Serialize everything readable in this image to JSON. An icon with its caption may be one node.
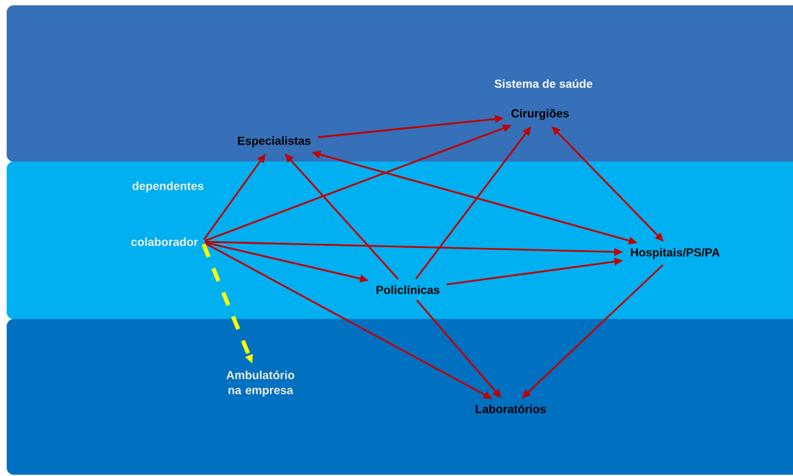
{
  "diagram": {
    "nodes": [
      {
        "text": [
          "Sistema de saúde"
        ]
      },
      {
        "text": [
          "Cirurgiões"
        ],
        "in": 0
      },
      {
        "text": [
          "Especialistas"
        ],
        "in": 0
      },
      {
        "text": [
          "dependentes"
        ]
      },
      {
        "text": [
          "colaborador"
        ],
        "in": 3
      },
      {
        "text": [
          "Policlínicas"
        ],
        "in": 3
      },
      {
        "text": [
          "Hospitais/PS/PA"
        ],
        "in": 3
      },
      {
        "text": [],
        "shape": "box"
      },
      {
        "text": [
          "Ambulatório na empresa"
        ],
        "in": 7
      },
      {
        "text": [
          "Laboratórios"
        ],
        "in": 7
      }
    ],
    "edges": [
      {
        "from": 2,
        "to": 1,
        "arrow": "to"
      },
      {
        "from": 4,
        "to": 2,
        "arrow": "to"
      },
      {
        "from": 4,
        "to": 1,
        "arrow": "to"
      },
      {
        "from": 4,
        "to": 6,
        "arrow": "to"
      },
      {
        "from": 4,
        "to": 5,
        "arrow": "to"
      },
      {
        "from": 4,
        "to": 9,
        "arrow": "to"
      },
      {
        "from": 5,
        "to": 2,
        "arrow": "to"
      },
      {
        "from": 5,
        "to": 1,
        "arrow": "to"
      },
      {
        "from": 5,
        "to": 6,
        "arrow": "to"
      },
      {
        "from": 5,
        "to": 9,
        "arrow": "to"
      },
      {
        "from": 2,
        "to": 6,
        "arrow": "both"
      },
      {
        "from": 1,
        "to": 6,
        "arrow": "both"
      },
      {
        "from": 6,
        "to": 9,
        "arrow": "to"
      },
      {
        "from": 4,
        "to": 8,
        "arrow": "to",
        "style": "dashed",
        "color": "#ffff00"
      }
    ]
  }
}
